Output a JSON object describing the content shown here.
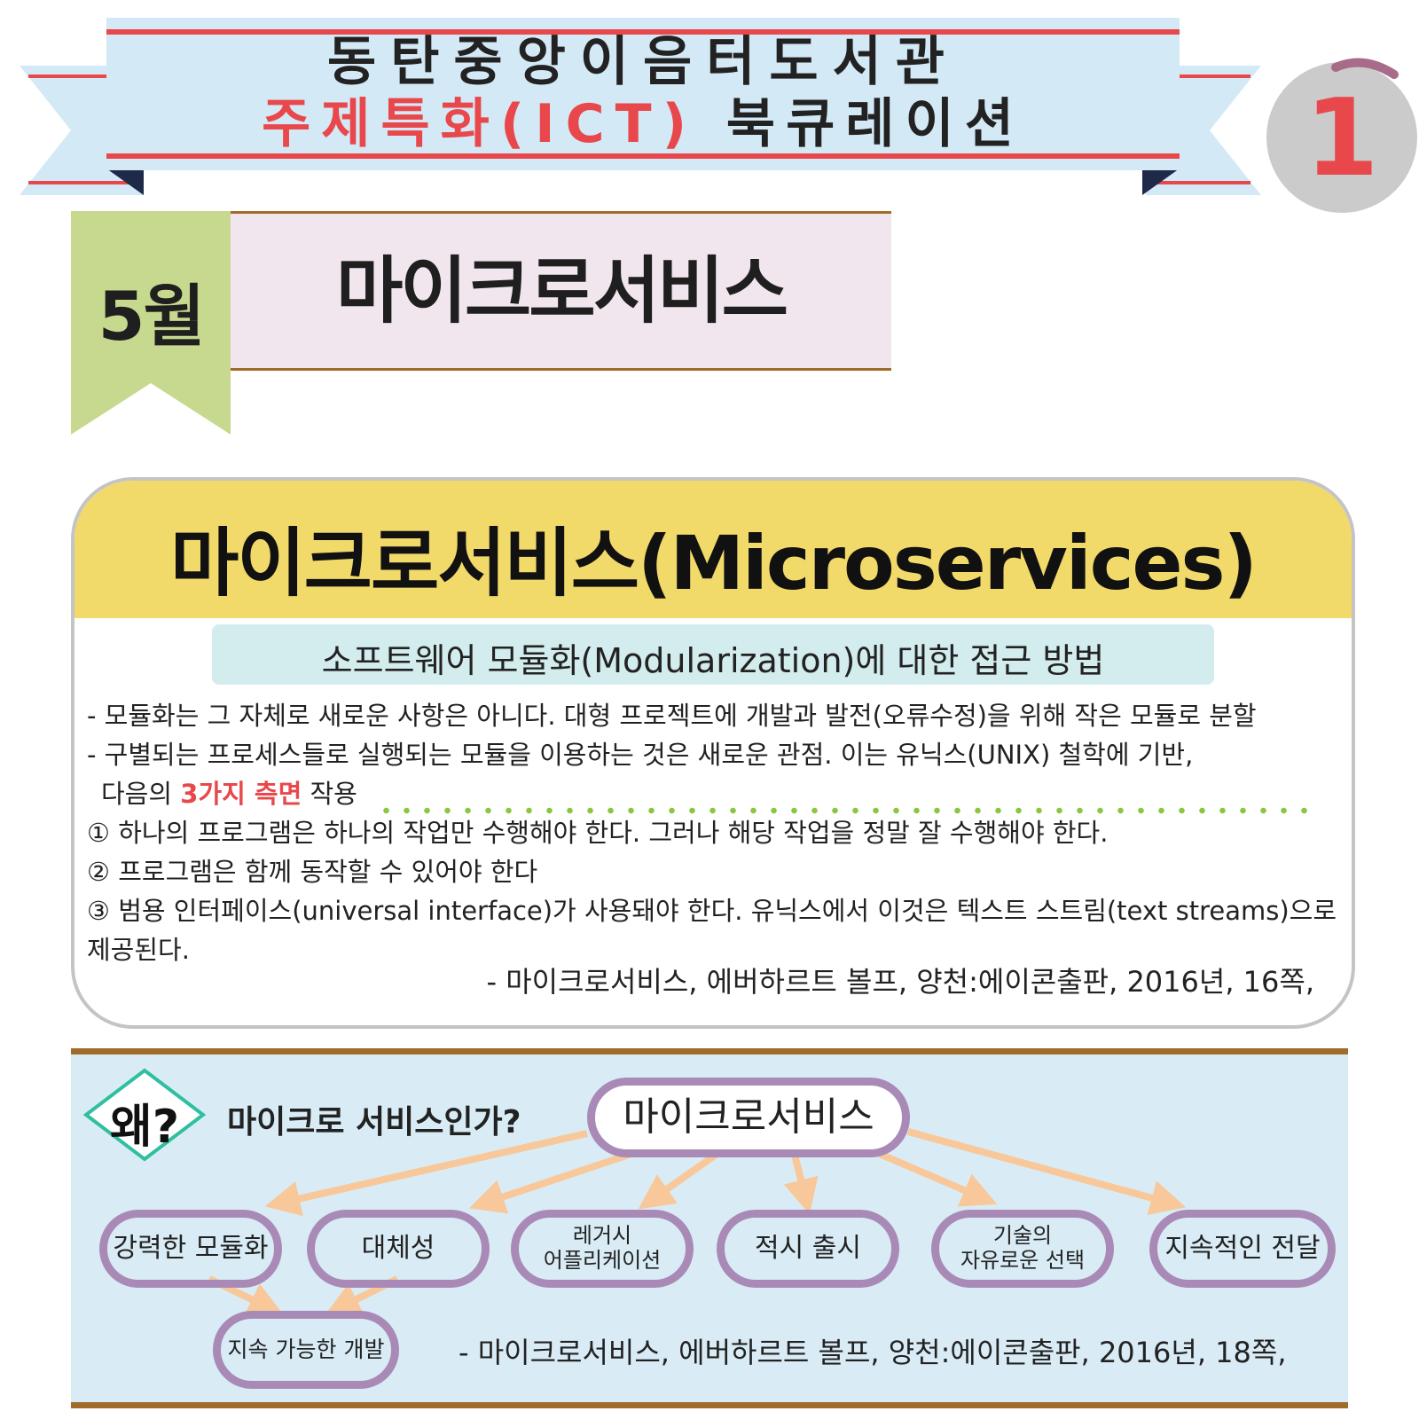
{
  "banner": {
    "library_name": "동탄중앙이음터도서관",
    "subtitle_red": "주제특화(ICT)",
    "subtitle_black": "북큐레이션",
    "page_number": "1"
  },
  "month": {
    "label": "5월",
    "topic": "마이크로서비스"
  },
  "definition": {
    "title": "마이크로서비스(Microservices)",
    "subtitle": "소프트웨어 모듈화(Modularization)에 대한 접근 방법",
    "line1": "- 모듈화는 그 자체로 새로운 사항은 아니다. 대형 프로젝트에 개발과 발전(오류수정)을 위해 작은 모듈로 분할",
    "line2": "- 구별되는 프로세스들로 실행되는 모듈을 이용하는 것은 새로운 관점. 이는 유닉스(UNIX) 철학에 기반,",
    "line3_prefix": "다음의 ",
    "line3_highlight": "3가지 측면",
    "line3_suffix": " 작용",
    "point1": "① 하나의 프로그램은 하나의 작업만 수행해야 한다. 그러나 해당 작업을 정말 잘 수행해야 한다.",
    "point2": "② 프로그램은 함께 동작할 수 있어야 한다",
    "point3": "③ 범용 인터페이스(universal interface)가 사용돼야 한다. 유닉스에서 이것은 텍스트 스트림(text streams)으로",
    "point3_cont": "제공된다.",
    "citation": "- 마이크로서비스, 에버하르트 볼프, 양천:에이콘출판, 2016년, 16쪽,"
  },
  "why": {
    "badge": "왜?",
    "question": "마이크로 서비스인가?",
    "center": "마이크로서비스",
    "benefits": [
      "강력한 모듈화",
      "대체성",
      "레거시\n어플리케이션",
      "적시 출시",
      "기술의\n자유로운 선택",
      "지속적인 전달"
    ],
    "sub": "지속 가능한 개발",
    "citation": "- 마이크로서비스, 에버하르트 볼프, 양천:에이콘출판, 2016년, 18쪽,"
  },
  "colors": {
    "accent_red": "#e8484b",
    "banner_blue": "#d4e9f6",
    "ribbon_green": "#c6d98e",
    "topic_pink": "#f2e6ee",
    "definition_yellow": "#f1d96a",
    "subtitle_teal": "#d3ecee",
    "node_purple": "#a98ab6",
    "arrow_orange": "#f8c89a",
    "frame_brown": "#a06c2a"
  }
}
